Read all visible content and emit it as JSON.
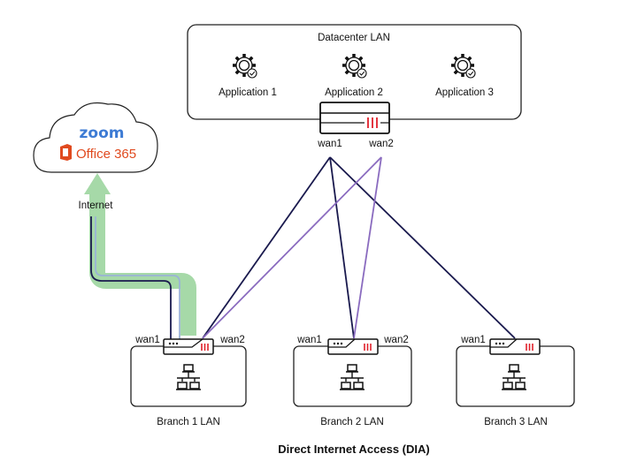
{
  "diagram": {
    "title": "Direct Internet Access (DIA)",
    "datacenter": {
      "label": "Datacenter LAN",
      "applications": [
        "Application 1",
        "Application 2",
        "Application 3"
      ],
      "wan_labels": [
        "wan1",
        "wan2"
      ]
    },
    "cloud": {
      "services": [
        "zoom",
        "Office 365"
      ],
      "internet_label": "Internet"
    },
    "branches": [
      {
        "label": "Branch 1 LAN",
        "wan_labels": [
          "wan1",
          "wan2"
        ]
      },
      {
        "label": "Branch 2 LAN",
        "wan_labels": [
          "wan1",
          "wan2"
        ]
      },
      {
        "label": "Branch 3 LAN",
        "wan_labels": [
          "wan1"
        ]
      }
    ],
    "colors": {
      "wan1_link": "#1a1a4e",
      "wan2_link": "#8a6bbf",
      "internet_path": "#a6d9a8",
      "internet_inner": "#9bb3d6",
      "firewall_accent": "#e0202a",
      "zoom_blue": "#3d7bd4",
      "office_red": "#e04a1f"
    }
  }
}
